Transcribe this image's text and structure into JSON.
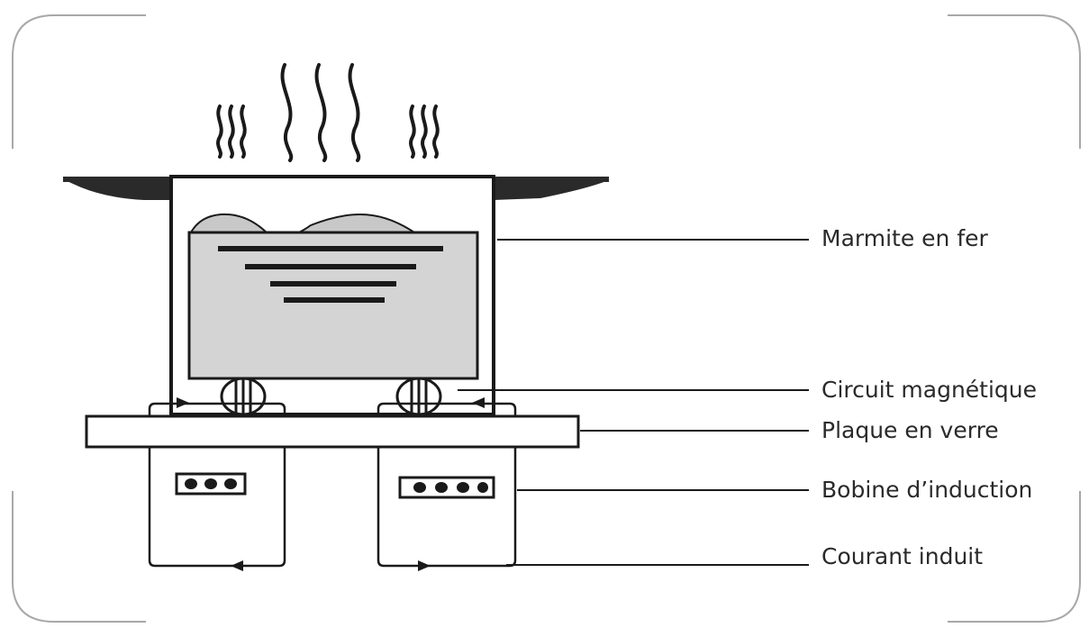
{
  "diagram": {
    "labels": {
      "marmite": "Marmite en fer",
      "circuit": "Circuit magnétique",
      "plaque": "Plaque en verre",
      "bobine": "Bobine d’induction",
      "courant": "Courant induit"
    },
    "colors": {
      "stroke": "#1a1a1a",
      "liquid_fill": "#d4d4d4",
      "frame": "#a8a8a8",
      "text": "#2a2a2a"
    },
    "icons": [
      "steam-icon",
      "coil-winding-icon",
      "current-arrow-icon"
    ]
  }
}
